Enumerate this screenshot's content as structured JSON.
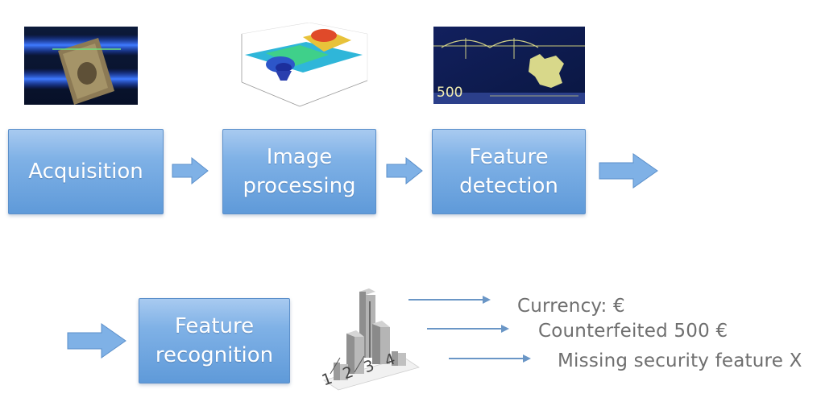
{
  "process": {
    "acquisition": [
      "Acquisition"
    ],
    "image_processing": [
      "Image",
      "processing"
    ],
    "feature_detection": [
      "Feature",
      "detection"
    ],
    "feature_recognition": [
      "Feature",
      "recognition"
    ]
  },
  "thumbnails": {
    "banknote_label": "500"
  },
  "classifier_digits": [
    "1",
    "2",
    "3",
    "4"
  ],
  "results": [
    "Currency: €",
    "Counterfeited 500 €",
    "Missing security feature X"
  ],
  "colors": {
    "box_top": "#a8caf0",
    "box_bottom": "#5f9ad9",
    "arrow_fill": "#7fb1e6",
    "connector": "#6a96c6",
    "result_text": "#6f6f6f"
  }
}
